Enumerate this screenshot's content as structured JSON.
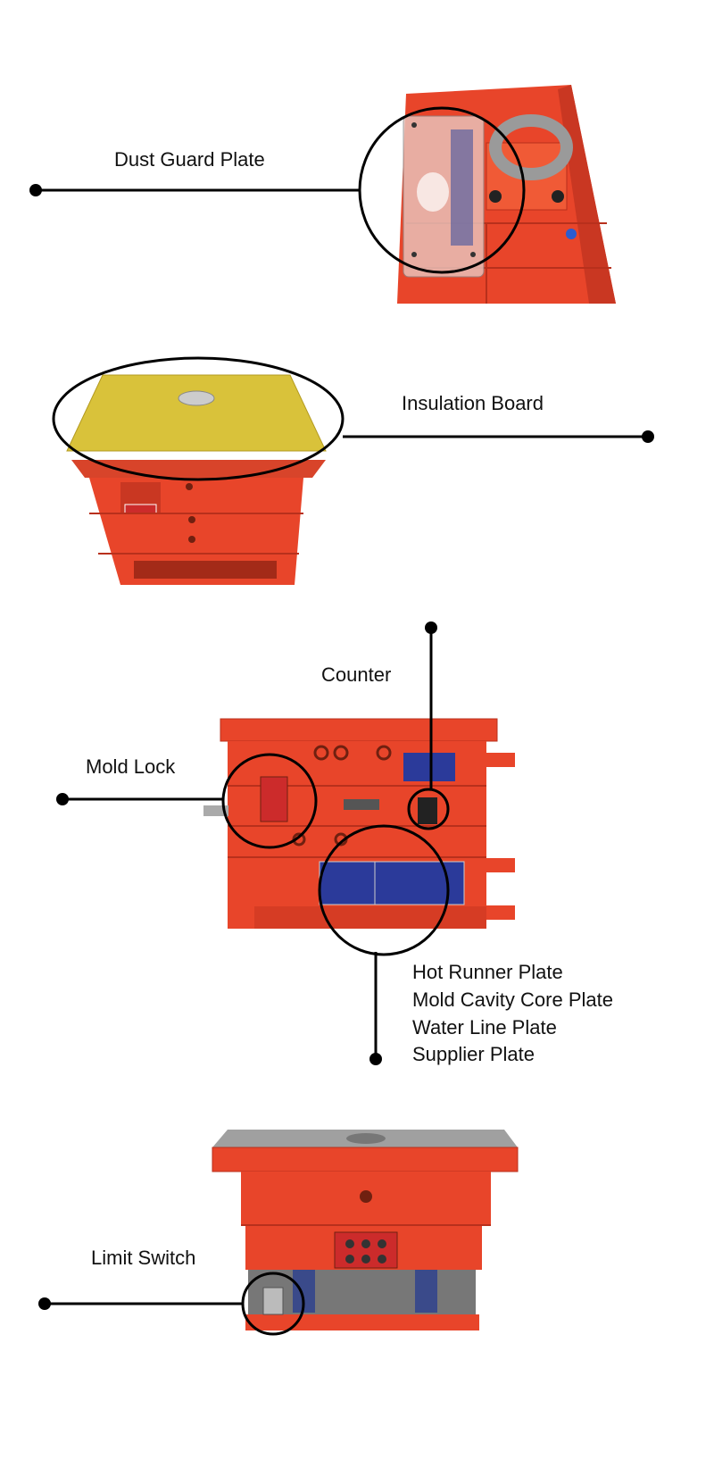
{
  "callouts": {
    "dust_guard": "Dust Guard Plate",
    "insulation": "Insulation Board",
    "counter": "Counter",
    "mold_lock": "Mold Lock",
    "plates": [
      "Hot Runner Plate",
      "Mold Cavity Core Plate",
      "Water Line Plate",
      "Supplier Plate"
    ],
    "limit_switch": "Limit Switch"
  },
  "colors": {
    "mold_red": "#e8452a",
    "mold_dark": "#b8301c",
    "insulation_yellow": "#d9c23a",
    "nameplate_blue": "#2b3a9a",
    "steel": "#9a9a9a",
    "line": "#000000"
  }
}
